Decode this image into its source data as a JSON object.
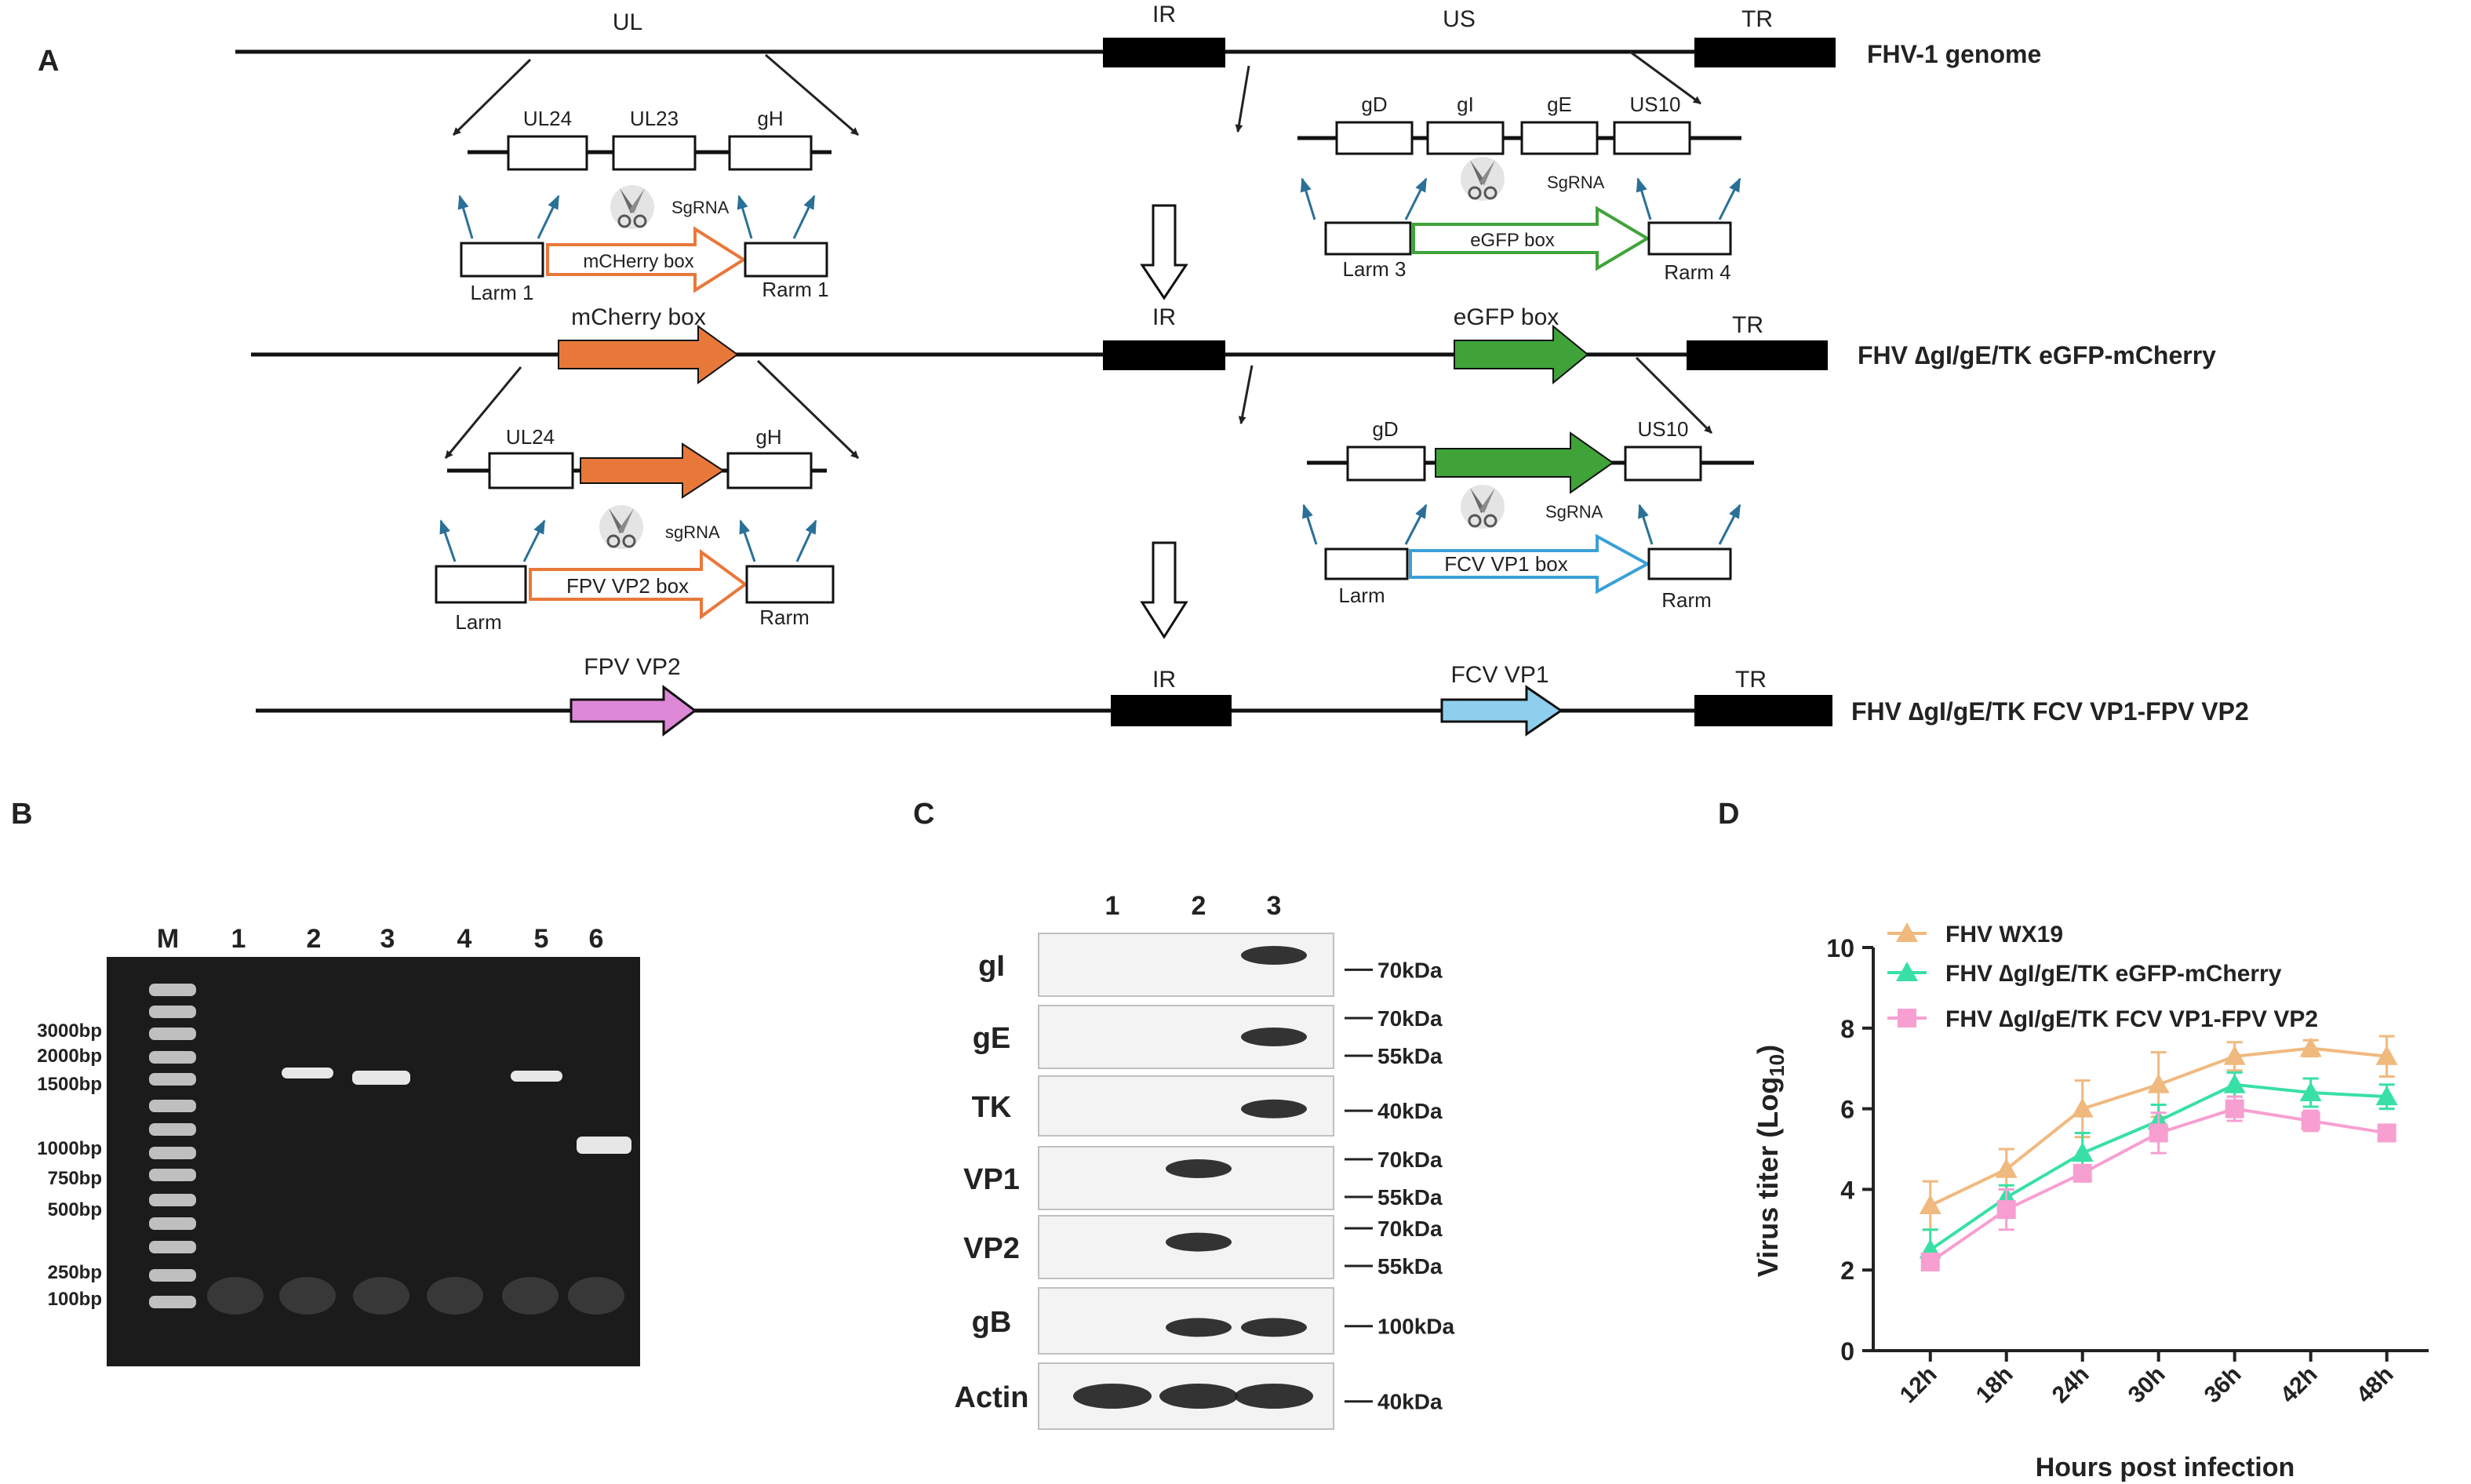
{
  "colors": {
    "orange": "#e8783a",
    "green": "#3fa33a",
    "pink": "#dd88d6",
    "light_blue": "#8ecfee",
    "tan": "#f0b97e",
    "teal": "#38e0a5",
    "light_pink": "#f79fd1",
    "arrow_blue": "#2a7098",
    "gel": "#1b1b1b",
    "band": "#e7e7e7"
  },
  "panelA": {
    "letter": "A",
    "genome1": {
      "UL": "UL",
      "IR": "IR",
      "US": "US",
      "TR": "TR",
      "name": "FHV-1 genome"
    },
    "ins1": {
      "UL24": "UL24",
      "UL23": "UL23",
      "gH": "gH",
      "sgrna": "SgRNA",
      "box": "mCHerry box",
      "larm": "Larm 1",
      "rarm": "Rarm 1"
    },
    "ins2": {
      "gD": "gD",
      "gI": "gI",
      "gE": "gE",
      "US10": "US10",
      "sgrna": "SgRNA",
      "box": "eGFP box",
      "larm": "Larm 3",
      "rarm": "Rarm 4"
    },
    "genome2": {
      "mcherry": "mCherry box",
      "IR": "IR",
      "egfp": "eGFP box",
      "TR": "TR",
      "name": "FHV ∆gI/gE/TK eGFP-mCherry"
    },
    "ins3": {
      "UL24": "UL24",
      "gH": "gH",
      "sgrna": "sgRNA",
      "box": "FPV VP2 box",
      "larm": "Larm",
      "rarm": "Rarm"
    },
    "ins4": {
      "gD": "gD",
      "US10": "US10",
      "sgrna": "SgRNA",
      "box": "FCV VP1 box",
      "larm": "Larm",
      "rarm": "Rarm"
    },
    "genome3": {
      "fpv": "FPV  VP2",
      "IR": "IR",
      "fcv": "FCV VP1",
      "TR": "TR",
      "name": "FHV ∆gI/gE/TK FCV VP1-FPV VP2"
    }
  },
  "panelB": {
    "letter": "B",
    "lanes": [
      "M",
      "1",
      "2",
      "3",
      "4",
      "5",
      "6"
    ],
    "markers": [
      "3000bp",
      "2000bp",
      "1500bp",
      "1000bp",
      "750bp",
      "500bp",
      "250bp",
      "100bp"
    ]
  },
  "panelC": {
    "letter": "C",
    "lanes": [
      "1",
      "2",
      "3"
    ],
    "rows": [
      {
        "label": "gI",
        "marks": [
          "70kDa"
        ]
      },
      {
        "label": "gE",
        "marks": [
          "70kDa",
          "55kDa"
        ]
      },
      {
        "label": "TK",
        "marks": [
          "40kDa"
        ]
      },
      {
        "label": "VP1",
        "marks": [
          "70kDa",
          "55kDa"
        ]
      },
      {
        "label": "VP2",
        "marks": [
          "70kDa",
          "55kDa"
        ]
      },
      {
        "label": "gB",
        "marks": [
          "100kDa"
        ]
      },
      {
        "label": "Actin",
        "marks": [
          "40kDa"
        ]
      }
    ]
  },
  "chart_data": {
    "type": "line",
    "letter": "D",
    "categories": [
      "12h",
      "18h",
      "24h",
      "30h",
      "36h",
      "42h",
      "48h"
    ],
    "xlabel": "Hours post infection",
    "ylabel": "Virus titer (Log10)",
    "ylim": [
      0,
      10
    ],
    "yticks": [
      "0",
      "2",
      "4",
      "6",
      "8",
      "10"
    ],
    "legend_position": "top-left",
    "series": [
      {
        "name": "FHV WX19",
        "color": "#f0b97e",
        "marker": "triangle",
        "values": [
          3.6,
          4.5,
          6.0,
          6.6,
          7.3,
          7.5,
          7.3
        ],
        "errors": [
          0.6,
          0.5,
          0.7,
          0.8,
          0.35,
          0.2,
          0.5
        ]
      },
      {
        "name": "FHV ∆gI/gE/TK eGFP-mCherry",
        "color": "#38e0a5",
        "marker": "triangle",
        "values": [
          2.5,
          3.8,
          4.9,
          5.7,
          6.6,
          6.4,
          6.3
        ],
        "errors": [
          0.5,
          0.3,
          0.5,
          0.4,
          0.3,
          0.35,
          0.3
        ]
      },
      {
        "name": "FHV ∆gI/gE/TK FCV VP1-FPV VP2",
        "color": "#f79fd1",
        "marker": "square",
        "values": [
          2.2,
          3.5,
          4.4,
          5.4,
          6.0,
          5.7,
          5.4
        ],
        "errors": [
          0.2,
          0.5,
          0.2,
          0.5,
          0.3,
          0.25,
          0.2
        ]
      }
    ]
  }
}
